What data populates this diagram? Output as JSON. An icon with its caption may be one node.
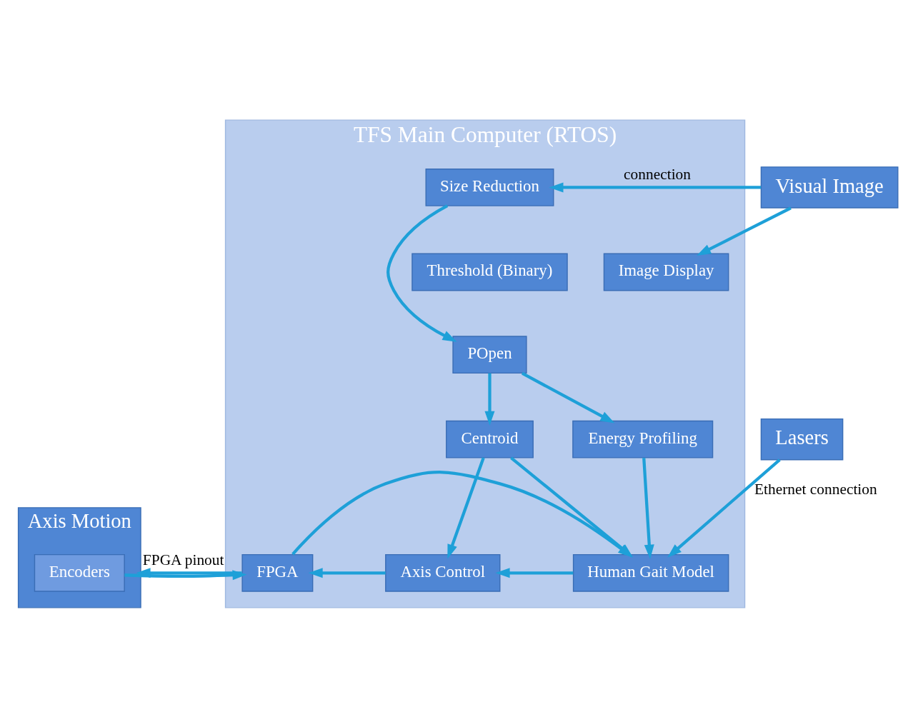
{
  "diagram": {
    "nodes": [
      {
        "text": [
          "TFS Main Computer (RTOS)"
        ]
      },
      {
        "text": [
          "Visual Image"
        ]
      },
      {
        "text": [
          "Size Reduction"
        ],
        "in": 0
      },
      {
        "text": [
          "Threshold (Binary)"
        ],
        "in": 0
      },
      {
        "text": [
          "POpen"
        ],
        "in": 0
      },
      {
        "text": [
          "Image Display"
        ],
        "in": 0
      },
      {
        "text": [
          "Centroid"
        ],
        "in": 0
      },
      {
        "text": [
          "Energy Profiling"
        ],
        "in": 0
      },
      {
        "text": [
          "Axis Control"
        ],
        "in": 0
      },
      {
        "text": [
          "Human Gait Model"
        ],
        "in": 0
      },
      {
        "text": [
          "FPGA"
        ],
        "in": 0
      },
      {
        "text": [
          "Axis Motion"
        ]
      },
      {
        "text": [
          "Encoders"
        ],
        "in": 11
      },
      {
        "text": [
          "Lasers"
        ]
      }
    ],
    "edges": [
      {
        "from": 1,
        "to": 2,
        "arrow": "to",
        "label": "connection"
      },
      {
        "from": 1,
        "to": 5,
        "arrow": "to"
      },
      {
        "from": 2,
        "to": 4,
        "arrow": "to"
      },
      {
        "from": 4,
        "to": 6,
        "arrow": "to"
      },
      {
        "from": 4,
        "to": 7,
        "arrow": "to"
      },
      {
        "from": 6,
        "to": 8,
        "arrow": "to"
      },
      {
        "from": 6,
        "to": 9,
        "arrow": "to"
      },
      {
        "from": 7,
        "to": 9,
        "arrow": "to"
      },
      {
        "from": 9,
        "to": 8,
        "arrow": "to"
      },
      {
        "from": 8,
        "to": 10,
        "arrow": "to"
      },
      {
        "from": 10,
        "to": 11,
        "arrow": "to",
        "label": "FPGA pinout"
      },
      {
        "from": 12,
        "to": 10,
        "arrow": "to"
      },
      {
        "from": 10,
        "to": 9,
        "arrow": "to"
      },
      {
        "from": 13,
        "to": 9,
        "arrow": "to",
        "label": "Ethernet connection"
      }
    ]
  }
}
